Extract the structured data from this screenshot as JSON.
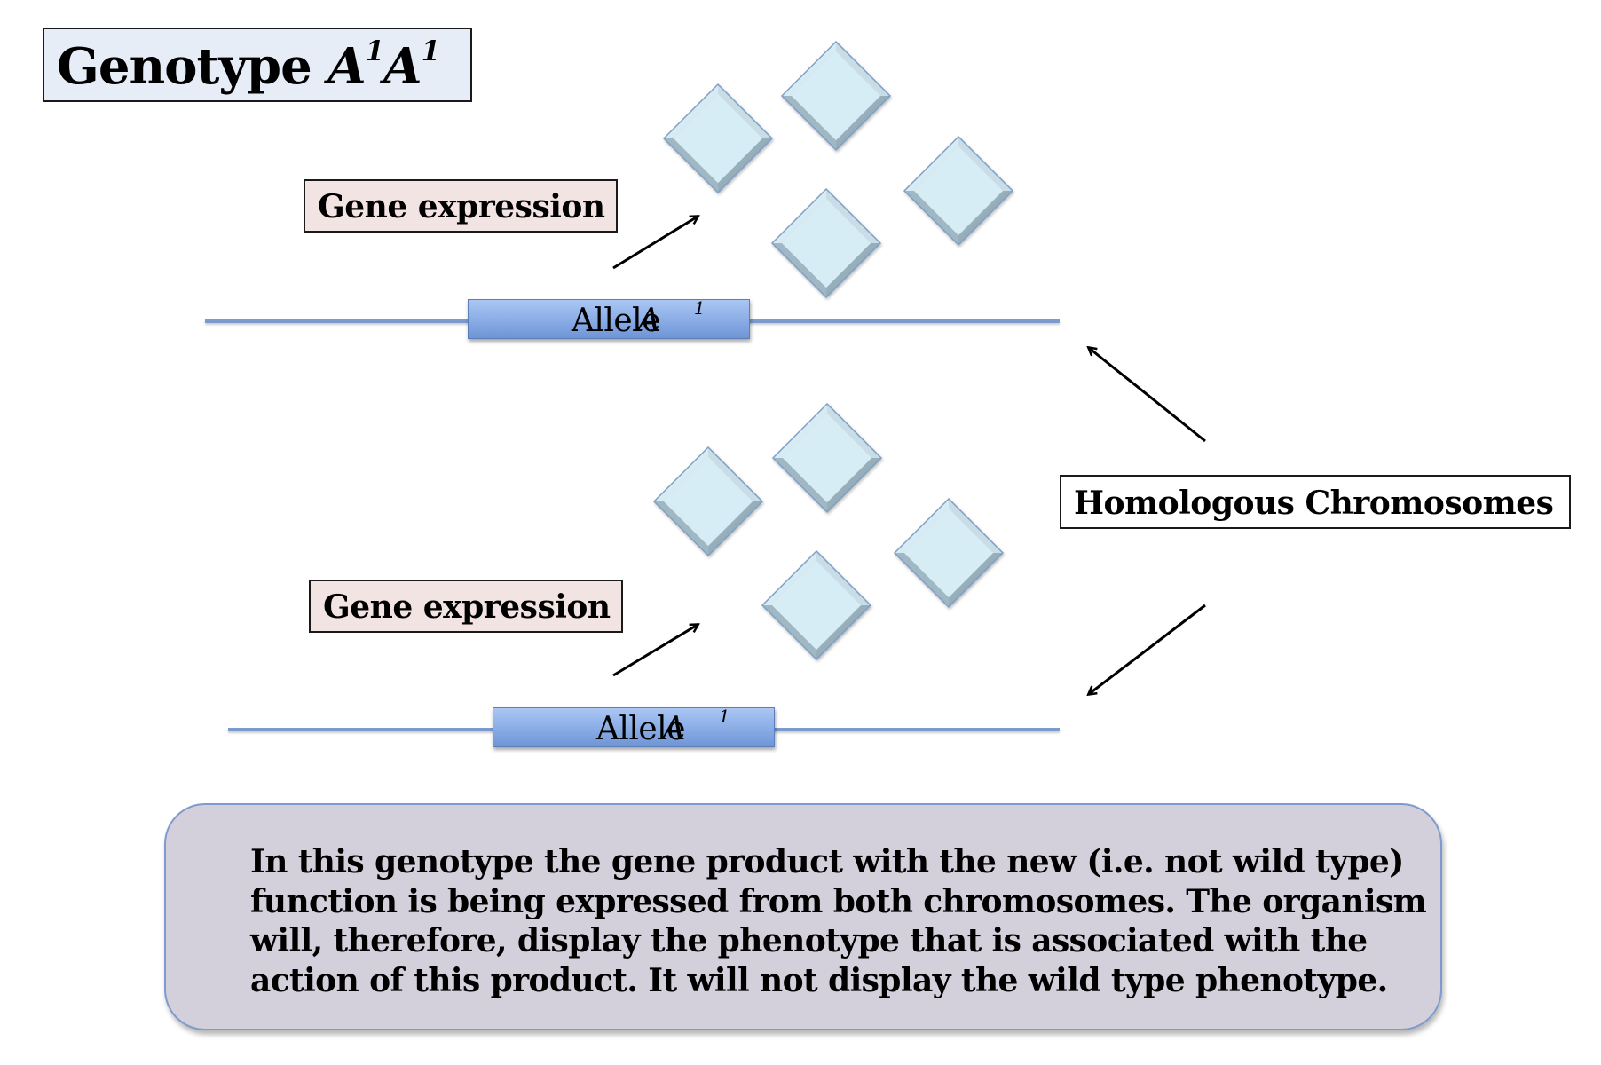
{
  "title": {
    "prefix": "Genotype",
    "allele_1": "A",
    "allele_1_sup": "1",
    "allele_2": "A",
    "allele_2_sup": "1"
  },
  "chromosomes": [
    {
      "label_box": "Gene expression",
      "allele": {
        "prefix": "Allele",
        "letter": "A",
        "sup": "1"
      },
      "gene_products": 4
    },
    {
      "label_box": "Gene expression",
      "allele": {
        "prefix": "Allele",
        "letter": "A",
        "sup": "1"
      },
      "gene_products": 4
    }
  ],
  "homologous_label": "Homologous Chromosomes",
  "explanation": {
    "lines": [
      "In this genotype the gene product with the new (i.e. not wild type)",
      "function is being expressed from both chromosomes. The organism",
      "will, therefore, display the phenotype that is associated with the",
      "action of this product. It will not display the wild type phenotype."
    ]
  },
  "colors": {
    "title_bg": "#e6edf7",
    "label_bg": "#f2e4e2",
    "chromosome_line": "#7b9bcf",
    "allele_box": "#8fb1e8",
    "gene_product": "#d7edf5",
    "info_bg": "#d3d0db",
    "info_border": "#7d9ccd"
  }
}
